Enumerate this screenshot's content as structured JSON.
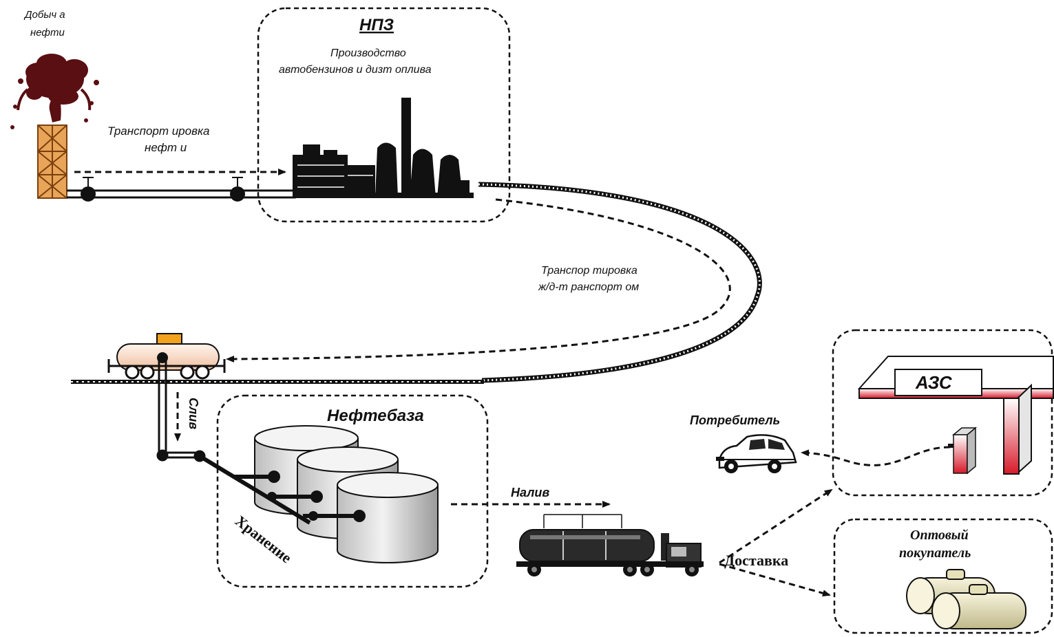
{
  "labels": {
    "oil_extraction": [
      "Добыч а",
      "нефти"
    ],
    "refinery_title": "НПЗ",
    "refinery_desc": [
      "Производство",
      "автобензинов и дизт оплива"
    ],
    "oil_transport": [
      "Транспорт ировка",
      "нефт и"
    ],
    "rail_transport": [
      "Транспор тировка",
      "ж/д-т ранспорт ом"
    ],
    "drain": "Слив",
    "depot_title": "Нефтебаза",
    "storage": "Хранение",
    "filling": "Налив",
    "delivery": "Доставка",
    "consumer": "Потребитель",
    "gas_station": "АЗС",
    "wholesale": [
      "Оптовый",
      "покупатель"
    ]
  },
  "colors": {
    "oil_plume": "#5a0f12",
    "derrick": "#d9822b",
    "tank_car": "#f6d9c8",
    "tank_gray": "#dcdcdc",
    "pump_red": "#d71a2a",
    "barrel_olive": "#e6e0b8"
  }
}
